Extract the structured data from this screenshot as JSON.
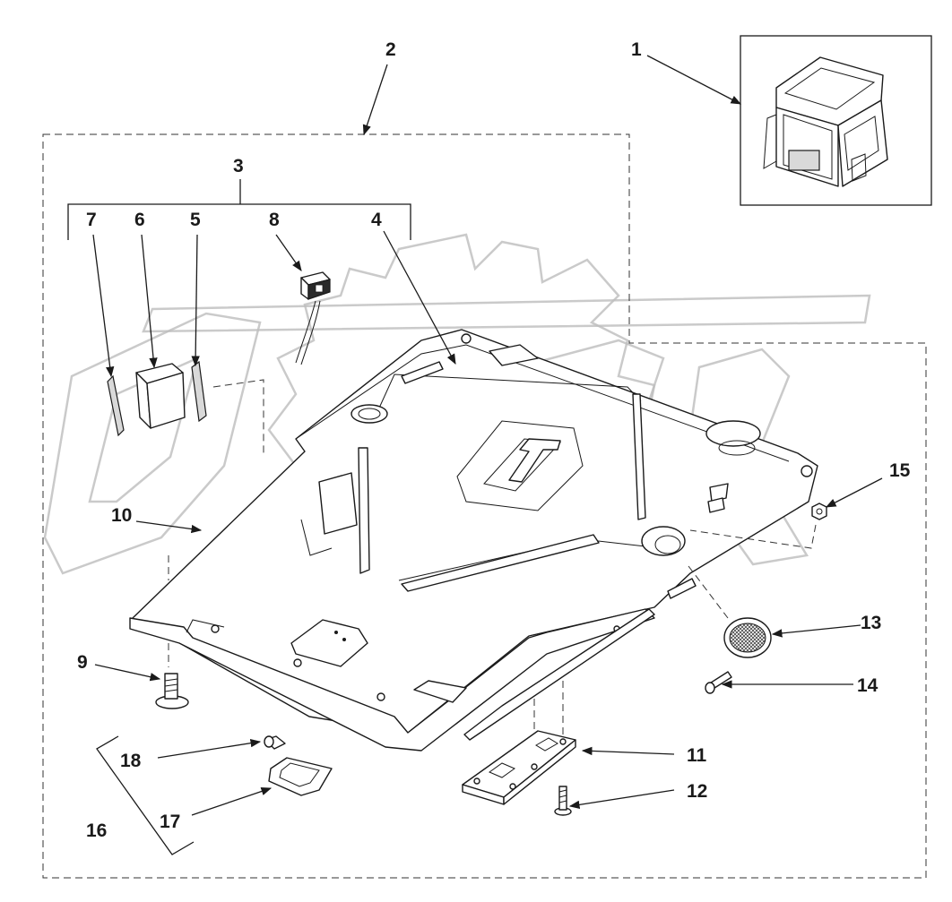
{
  "callouts": [
    {
      "id": "1",
      "label": "1"
    },
    {
      "id": "2",
      "label": "2"
    },
    {
      "id": "3",
      "label": "3"
    },
    {
      "id": "4",
      "label": "4"
    },
    {
      "id": "5",
      "label": "5"
    },
    {
      "id": "6",
      "label": "6"
    },
    {
      "id": "7",
      "label": "7"
    },
    {
      "id": "8",
      "label": "8"
    },
    {
      "id": "9",
      "label": "9"
    },
    {
      "id": "10",
      "label": "10"
    },
    {
      "id": "11",
      "label": "11"
    },
    {
      "id": "12",
      "label": "12"
    },
    {
      "id": "13",
      "label": "13"
    },
    {
      "id": "14",
      "label": "14"
    },
    {
      "id": "15",
      "label": "15"
    },
    {
      "id": "16",
      "label": "16"
    },
    {
      "id": "17",
      "label": "17"
    },
    {
      "id": "18",
      "label": "18"
    }
  ],
  "watermark": {
    "text": "OPEX"
  },
  "colors": {
    "line": "#1a1a1a",
    "watermark": "#bdbdbd",
    "background": "#ffffff"
  }
}
